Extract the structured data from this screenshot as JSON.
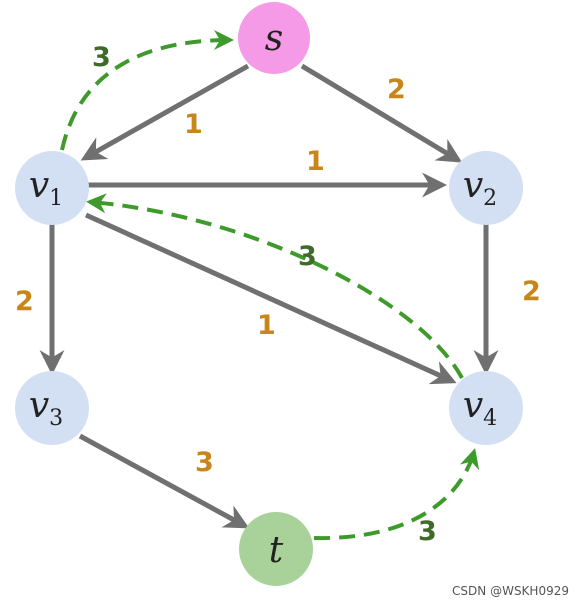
{
  "nodes": {
    "s": {
      "main": "s",
      "sub": "",
      "fill": "#f59ae6"
    },
    "v1": {
      "main": "v",
      "sub": "1",
      "fill": "#d3dff3"
    },
    "v2": {
      "main": "v",
      "sub": "2",
      "fill": "#d3dff3"
    },
    "v3": {
      "main": "v",
      "sub": "3",
      "fill": "#d3dff3"
    },
    "v4": {
      "main": "v",
      "sub": "4",
      "fill": "#d3dff3"
    },
    "t": {
      "main": "t",
      "sub": "",
      "fill": "#a9d29a"
    }
  },
  "edges": [
    {
      "from": "s",
      "to": "v1",
      "weight": "1",
      "style": "solid"
    },
    {
      "from": "s",
      "to": "v2",
      "weight": "2",
      "style": "solid"
    },
    {
      "from": "v1",
      "to": "v2",
      "weight": "1",
      "style": "solid"
    },
    {
      "from": "v1",
      "to": "v3",
      "weight": "2",
      "style": "solid"
    },
    {
      "from": "v1",
      "to": "v4",
      "weight": "1",
      "style": "solid"
    },
    {
      "from": "v2",
      "to": "v4",
      "weight": "2",
      "style": "solid"
    },
    {
      "from": "v3",
      "to": "t",
      "weight": "3",
      "style": "solid"
    },
    {
      "from": "v1",
      "to": "s",
      "weight": "3",
      "style": "dashed"
    },
    {
      "from": "v4",
      "to": "v1",
      "weight": "3",
      "style": "dashed"
    },
    {
      "from": "t",
      "to": "v4",
      "weight": "3",
      "style": "dashed"
    }
  ],
  "colors": {
    "solid_edge": "#707070",
    "dashed_edge": "#3e9b2b",
    "solid_weight": "#c8861a",
    "dashed_weight": "#3e6b2a"
  },
  "watermark": "CSDN @WSKH0929"
}
